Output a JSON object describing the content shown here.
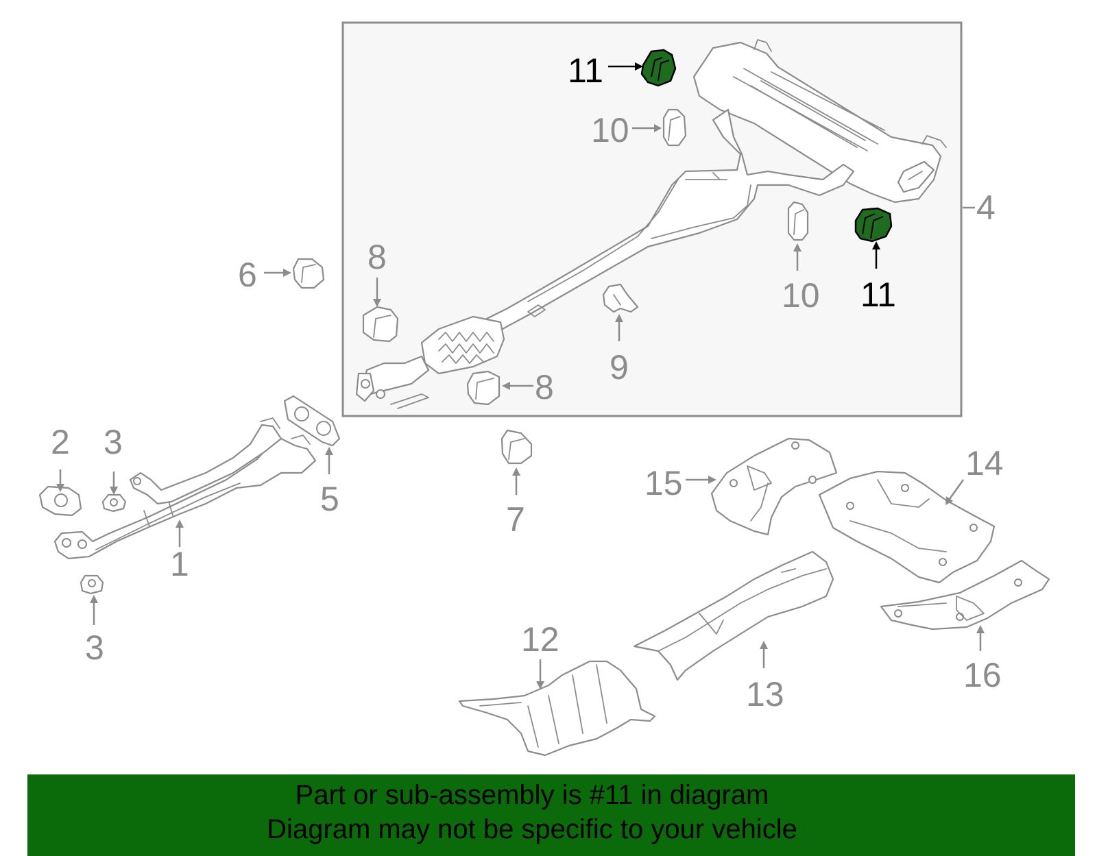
{
  "colors": {
    "highlight_part": "#1f6b1f",
    "banner_background": "#0b6b0b",
    "callout_gray": "#8c8c8c",
    "callout_highlight": "#000000",
    "assembly_box_fill": "#f7f7f7"
  },
  "callouts": {
    "c1": "1",
    "c2": "2",
    "c3a": "3",
    "c3b": "3",
    "c4": "4",
    "c5": "5",
    "c6": "6",
    "c7": "7",
    "c8a": "8",
    "c8b": "8",
    "c9": "9",
    "c10a": "10",
    "c10b": "10",
    "c11a": "11",
    "c11b": "11",
    "c12": "12",
    "c13": "13",
    "c14": "14",
    "c15": "15",
    "c16": "16"
  },
  "highlighted_part": "11",
  "banner": {
    "line1": "Part or sub-assembly is #11 in diagram",
    "line2": "Diagram may not be specific to your vehicle"
  }
}
